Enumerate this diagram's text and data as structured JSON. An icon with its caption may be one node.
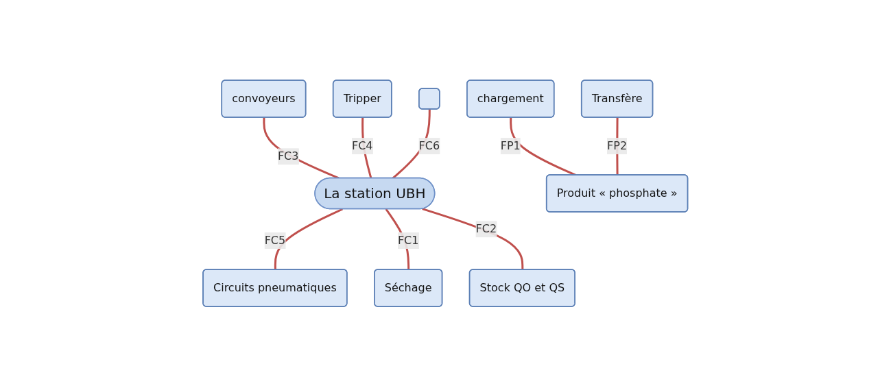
{
  "diagram": {
    "nodes": [
      {
        "text": [
          "convoyeurs"
        ]
      },
      {
        "text": [
          "Tripper"
        ]
      },
      {
        "text": [],
        "shape": "box"
      },
      {
        "text": [
          "chargement"
        ]
      },
      {
        "text": [
          "La station UBH"
        ]
      },
      {
        "text": [
          "Circuits pneumatiques"
        ]
      },
      {
        "text": [
          "Transfère"
        ]
      },
      {
        "text": [
          "Produit « phosphate »"
        ]
      },
      {
        "text": [
          "Séchage"
        ]
      },
      {
        "text": [
          "Stock QO et QS"
        ]
      }
    ],
    "edges": [
      {
        "from": 3,
        "to": 7,
        "arrow": "none",
        "label": "FP1"
      },
      {
        "from": 6,
        "to": 7,
        "arrow": "none",
        "label": "FP2"
      },
      {
        "from": 0,
        "to": 4,
        "arrow": "none",
        "label": "FC3"
      },
      {
        "from": 1,
        "to": 4,
        "arrow": "none",
        "label": "FC4"
      },
      {
        "from": 2,
        "to": 4,
        "arrow": "none",
        "label": "FC6"
      },
      {
        "from": 4,
        "to": 5,
        "arrow": "none",
        "label": "FC5"
      },
      {
        "from": 4,
        "to": 8,
        "arrow": "none",
        "label": "FC1"
      },
      {
        "from": 4,
        "to": 9,
        "arrow": "none",
        "label": "FC2"
      }
    ]
  }
}
